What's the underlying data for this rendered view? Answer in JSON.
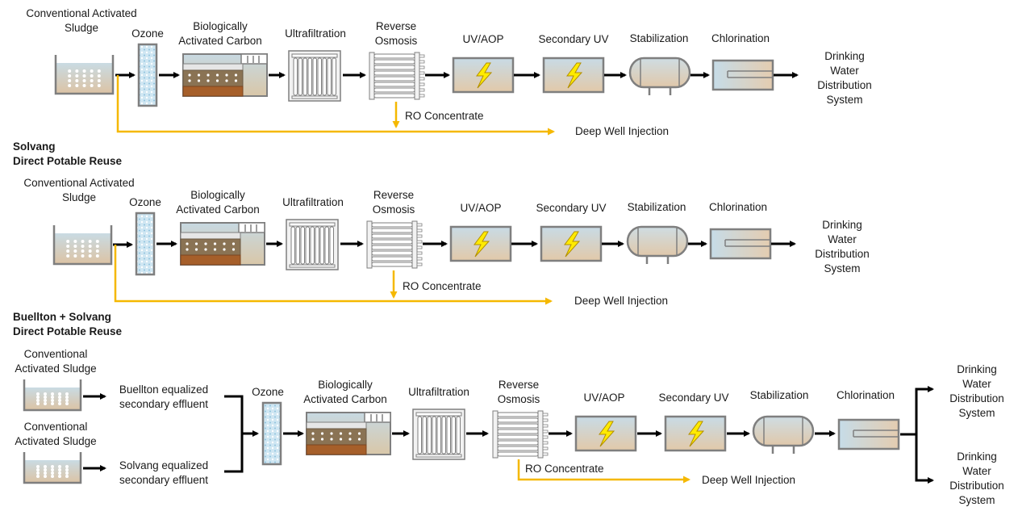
{
  "labels": {
    "cas": [
      "Conventional Activated",
      "Sludge"
    ],
    "cas_short": [
      "Conventional",
      "Activated Sludge"
    ],
    "ozone": "Ozone",
    "bac": [
      "Biologically",
      "Activated Carbon"
    ],
    "uf": "Ultrafiltration",
    "ro": [
      "Reverse",
      "Osmosis"
    ],
    "uvaop": "UV/AOP",
    "suv": "Secondary UV",
    "stab": "Stabilization",
    "chlor": "Chlorination",
    "dwds": [
      "Drinking",
      "Water",
      "Distribution",
      "System"
    ],
    "ro_conc": "RO Concentrate",
    "dwi": "Deep Well Injection"
  },
  "sections": [
    {
      "title": []
    },
    {
      "title": [
        "Solvang",
        "Direct Potable Reuse"
      ]
    },
    {
      "title": [
        "Buellton + Solvang",
        "Direct Potable Reuse"
      ],
      "inputs": [
        {
          "effluent": [
            "Buellton equalized",
            "secondary effluent"
          ]
        },
        {
          "effluent": [
            "Solvang equalized",
            "secondary effluent"
          ]
        }
      ]
    }
  ],
  "colors": {
    "arrow": "#000000",
    "concentrate": "#f5b800",
    "bolt": "#ffeb00",
    "frame": "#7f7f7f"
  }
}
